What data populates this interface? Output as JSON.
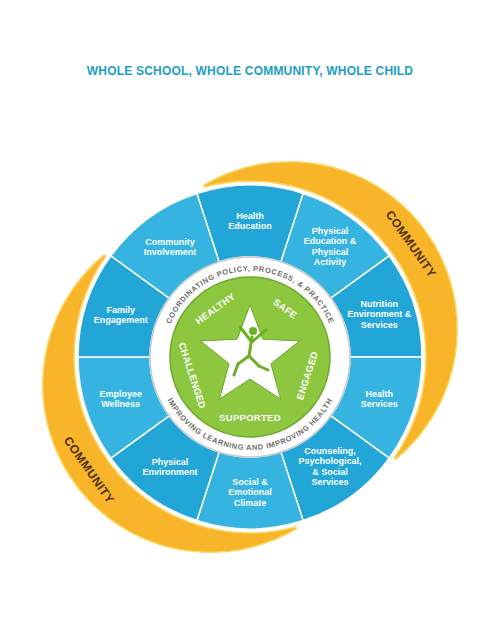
{
  "diagram": {
    "title": "WHOLE SCHOOL, WHOLE COMMUNITY, WHOLE CHILD",
    "nodes": [
      {
        "text": [
          "Health Education"
        ]
      },
      {
        "text": [
          "Physical Education & Physical Activity"
        ]
      },
      {
        "text": [
          "Nutrition Environment & Services"
        ]
      },
      {
        "text": [
          "Health Services"
        ]
      },
      {
        "text": [
          "Counseling, Psychological, & Social Services"
        ]
      },
      {
        "text": [
          "Social & Emotional Climate"
        ]
      },
      {
        "text": [
          "Physical Environment"
        ]
      },
      {
        "text": [
          "Employee Wellness"
        ]
      },
      {
        "text": [
          "Family Engagement"
        ]
      },
      {
        "text": [
          "Community Involvement"
        ]
      },
      {
        "text": [
          "COMMUNITY"
        ]
      },
      {
        "text": [
          "COMMUNITY"
        ]
      }
    ],
    "labels": [
      "COORDINATING POLICY, PROCESS, & PRACTICE",
      "HEALTHY",
      "SAFE",
      "CHALLENGED",
      "ENGAGED",
      "SUPPORTED",
      "IMPROVING LEARNING AND IMPROVING HEALTH"
    ]
  }
}
